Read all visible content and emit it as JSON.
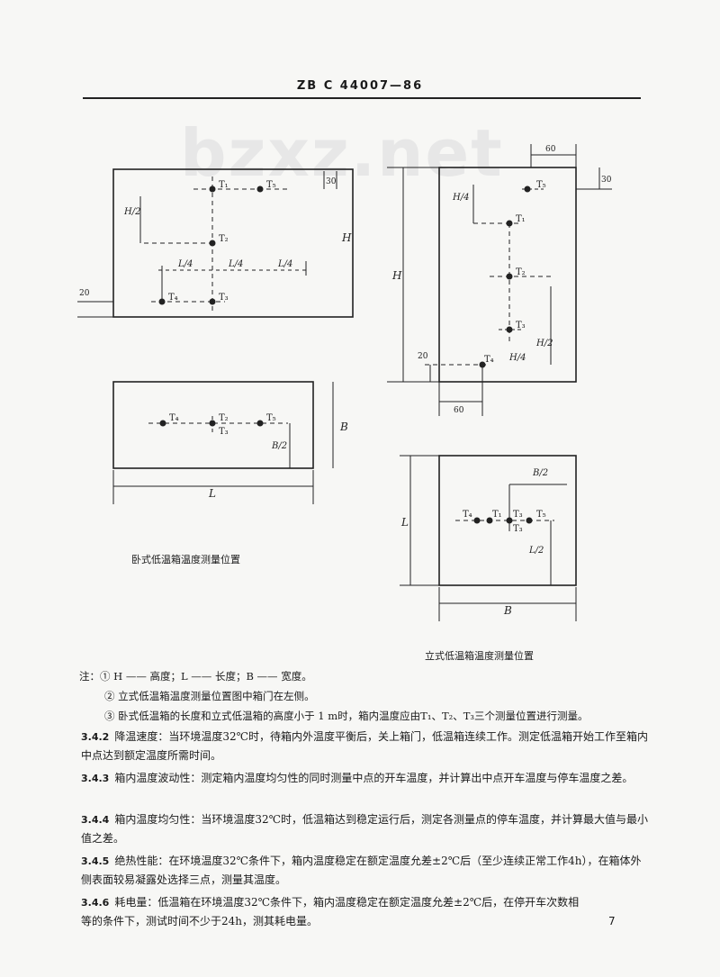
{
  "header": "ZB C 44007—86",
  "watermark": "bzxz.net",
  "fig": {
    "lab_h_half": "H/2",
    "lab_h": "H",
    "lab_l4": "L/4",
    "lab_l": "L",
    "lab_b": "B",
    "lab_b_half": "B/2",
    "lab_h_quarter": "H/4",
    "lab_l_half": "L/2",
    "dim_30": "30",
    "dim_20": "20",
    "dim_60": "60",
    "t1": "T₁",
    "t2": "T₂",
    "t3": "T₃",
    "t4": "T₄",
    "t5": "T₅"
  },
  "caption_horizontal": "卧式低温箱温度测量位置",
  "caption_vertical": "立式低温箱温度测量位置",
  "notes": {
    "note1": "注：① H —— 高度；L —— 长度；B —— 宽度。",
    "note2": "② 立式低温箱温度测量位置图中箱门在左侧。",
    "note3": "③ 卧式低温箱的长度和立式低温箱的高度小于 1 m时，箱内温度应由T₁、T₂、T₃三个测量位置进行测量。"
  },
  "paras": [
    {
      "num": "3.4.2",
      "text": "降温速度：当环境温度32℃时，待箱内外温度平衡后，关上箱门，低温箱连续工作。测定低温箱开始工作至箱内中点达到额定温度所需时间。"
    },
    {
      "num": "3.4.3",
      "text": "箱内温度波动性：测定箱内温度均匀性的同时测量中点的开车温度，并计算出中点开车温度与停车温度之差。"
    },
    {
      "num": "3.4.4",
      "text": "箱内温度均匀性：当环境温度32℃时，低温箱达到稳定运行后，测定各测量点的停车温度，并计算最大值与最小值之差。"
    },
    {
      "num": "3.4.5",
      "text": "绝热性能：在环境温度32℃条件下，箱内温度稳定在额定温度允差±2℃后（至少连续正常工作4h），在箱体外侧表面较易凝露处选择三点，测量其温度。"
    },
    {
      "num": "3.4.6",
      "text": "耗电量：低温箱在环境温度32℃条件下，箱内温度稳定在额定温度允差±2℃后，在停开车次数相等的条件下，测试时间不少于24h，测其耗电量。"
    }
  ],
  "page_number": "7"
}
